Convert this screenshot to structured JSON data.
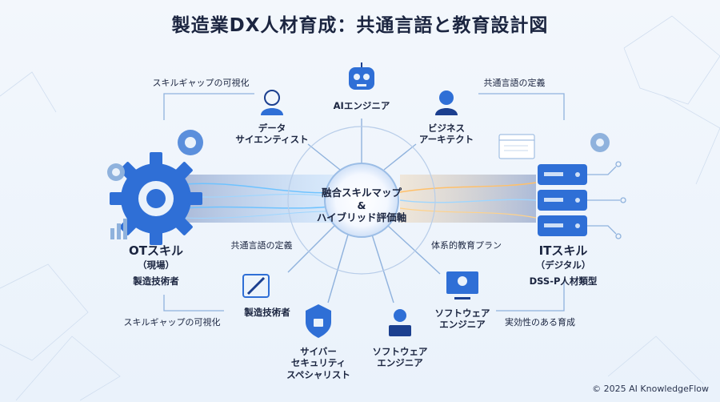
{
  "title": "製造業DX人材育成：共通言語と教育設計図",
  "center": {
    "line1": "融合スキルマップ",
    "line2": "&",
    "line3": "ハイブリッド評価軸"
  },
  "ot": {
    "title": "OTスキル",
    "sub": "（現場）",
    "role": "製造技術者"
  },
  "it": {
    "title": "ITスキル",
    "sub": "（デジタル）",
    "role": "DSS-P人材類型"
  },
  "roles": {
    "data_scientist": {
      "line1": "データ",
      "line2": "サイエンティスト"
    },
    "ai_engineer": "AIエンジニア",
    "biz_architect": {
      "line1": "ビジネス",
      "line2": "アーキテクト"
    },
    "manufacturing": "製造技術者",
    "cyber": {
      "line1": "サイバー",
      "line2": "セキュリティ",
      "line3": "スペシャリスト"
    },
    "soft_bottom": {
      "line1": "ソフトウェア",
      "line2": "エンジニア"
    },
    "soft_right": {
      "line1": "ソフトウェア",
      "line2": "エンジニア"
    }
  },
  "captions": {
    "skill_gap_top": "スキルギャップの可視化",
    "common_lang_top": "共通言語の定義",
    "common_lang_mid": "共通言語の定義",
    "systematic": "体系的教育プラン",
    "skill_gap_bottom": "スキルギャップの可視化",
    "effective": "実効性のある育成"
  },
  "copyright": "© 2025 AI KnowledgeFlow",
  "colors": {
    "primary": "#2f6fd6",
    "dark": "#1b3f8f",
    "accent": "#f0a23a",
    "line": "#8fb2dd"
  }
}
